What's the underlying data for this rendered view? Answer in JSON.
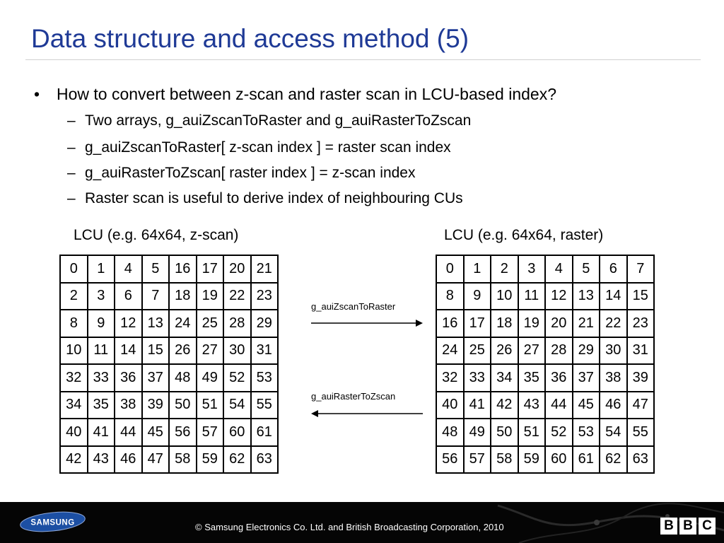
{
  "slide": {
    "title": "Data structure and access method (5)",
    "bullet": "How to convert between z-scan and raster scan in LCU-based index?",
    "bullet_symbol": "•",
    "dash_symbol": "–",
    "sub_bullets": [
      "Two arrays, g_auiZscanToRaster and g_auiRasterToZscan",
      "g_auiZscanToRaster[ z-scan index ] = raster scan index",
      "g_auiRasterToZscan[ raster index ] = z-scan index",
      "Raster scan is useful to derive index of neighbouring CUs"
    ]
  },
  "zscan_grid": {
    "label": "LCU (e.g. 64x64, z-scan)",
    "rows": [
      [
        "0",
        "1",
        "4",
        "5",
        "16",
        "17",
        "20",
        "21"
      ],
      [
        "2",
        "3",
        "6",
        "7",
        "18",
        "19",
        "22",
        "23"
      ],
      [
        "8",
        "9",
        "12",
        "13",
        "24",
        "25",
        "28",
        "29"
      ],
      [
        "10",
        "11",
        "14",
        "15",
        "26",
        "27",
        "30",
        "31"
      ],
      [
        "32",
        "33",
        "36",
        "37",
        "48",
        "49",
        "52",
        "53"
      ],
      [
        "34",
        "35",
        "38",
        "39",
        "50",
        "51",
        "54",
        "55"
      ],
      [
        "40",
        "41",
        "44",
        "45",
        "56",
        "57",
        "60",
        "61"
      ],
      [
        "42",
        "43",
        "46",
        "47",
        "58",
        "59",
        "62",
        "63"
      ]
    ]
  },
  "raster_grid": {
    "label": "LCU (e.g. 64x64, raster)",
    "rows": [
      [
        "0",
        "1",
        "2",
        "3",
        "4",
        "5",
        "6",
        "7"
      ],
      [
        "8",
        "9",
        "10",
        "11",
        "12",
        "13",
        "14",
        "15"
      ],
      [
        "16",
        "17",
        "18",
        "19",
        "20",
        "21",
        "22",
        "23"
      ],
      [
        "24",
        "25",
        "26",
        "27",
        "28",
        "29",
        "30",
        "31"
      ],
      [
        "32",
        "33",
        "34",
        "35",
        "36",
        "37",
        "38",
        "39"
      ],
      [
        "40",
        "41",
        "42",
        "43",
        "44",
        "45",
        "46",
        "47"
      ],
      [
        "48",
        "49",
        "50",
        "51",
        "52",
        "53",
        "54",
        "55"
      ],
      [
        "56",
        "57",
        "58",
        "59",
        "60",
        "61",
        "62",
        "63"
      ]
    ]
  },
  "arrows": {
    "forward_label": "g_auiZscanToRaster",
    "backward_label": "g_auiRasterToZscan"
  },
  "footer": {
    "logo_text": "SAMSUNG",
    "copyright": "© Samsung Electronics Co. Ltd. and British Broadcasting Corporation, 2010",
    "bbc_letters": [
      "B",
      "B",
      "C"
    ]
  }
}
